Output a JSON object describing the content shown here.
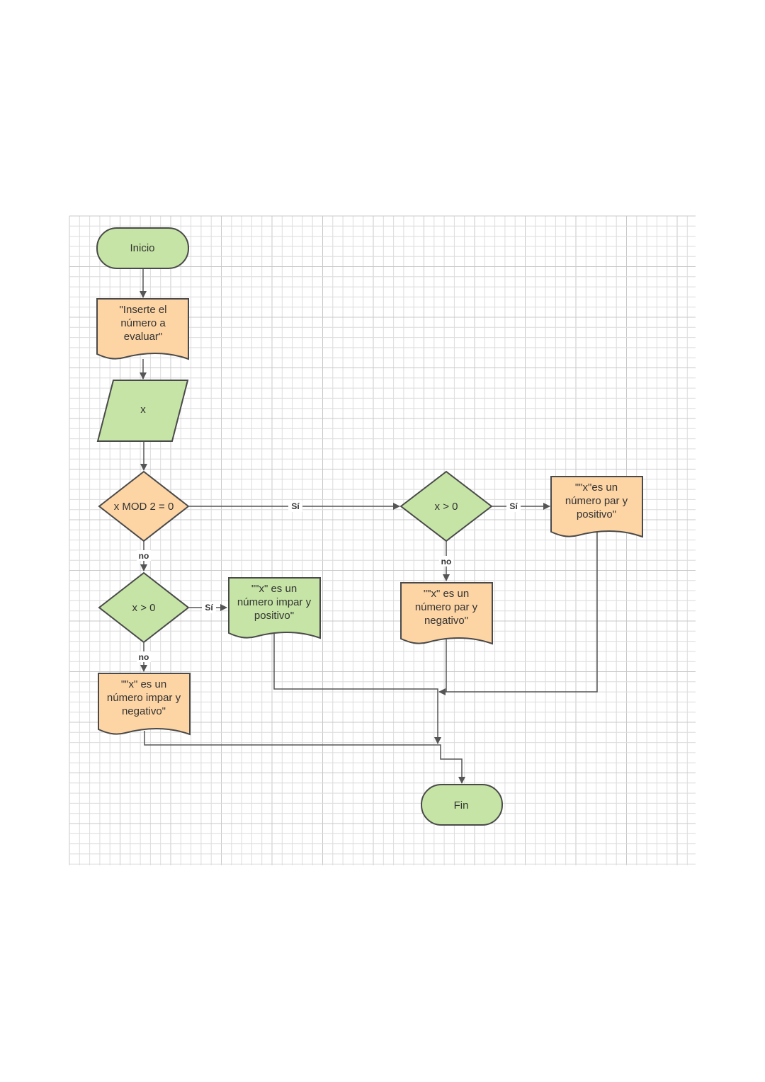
{
  "colors": {
    "green": "#c5e4a5",
    "orange": "#fdd4a4",
    "grid": "#dcdcdc",
    "grid_major": "#c8c8c8",
    "line": "#555555"
  },
  "nodes": {
    "inicio": {
      "label": [
        "Inicio"
      ]
    },
    "prompt": {
      "label": [
        "\"Inserte el",
        "número a",
        "evaluar\""
      ]
    },
    "input": {
      "label": [
        "x"
      ]
    },
    "mod": {
      "label": [
        "x MOD 2 = 0"
      ]
    },
    "pos_even": {
      "label": [
        "x > 0"
      ]
    },
    "even_pos": {
      "label": [
        "\"\"x\"es un",
        "número par y",
        "positivo\""
      ]
    },
    "pos_odd": {
      "label": [
        "x > 0"
      ]
    },
    "odd_pos": {
      "label": [
        "\"\"x\" es un",
        "número impar y",
        "positivo\""
      ]
    },
    "even_neg": {
      "label": [
        "\"\"x\" es un",
        "número par y",
        "negativo\""
      ]
    },
    "odd_neg": {
      "label": [
        "\"\"x\" es un",
        "número impar y",
        "negativo\""
      ]
    },
    "fin": {
      "label": [
        "Fin"
      ]
    }
  },
  "edge_labels": {
    "yes": "Sí",
    "no": "no"
  }
}
